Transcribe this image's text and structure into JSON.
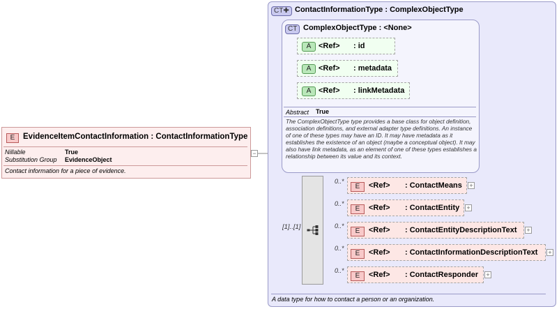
{
  "outer_type": {
    "badge": "CT✚",
    "title": "ContactInformationType : ComplexObjectType",
    "footer": "A data type for how to contact a person or an organization."
  },
  "inner_type": {
    "badge": "CT",
    "title": "ComplexObjectType : <None>",
    "attributes": [
      {
        "badge": "A",
        "ref": "<Ref>",
        "name": ": id"
      },
      {
        "badge": "A",
        "ref": "<Ref>",
        "name": ": metadata"
      },
      {
        "badge": "A",
        "ref": "<Ref>",
        "name": ": linkMetadata"
      }
    ],
    "abstract_label": "Abstract",
    "abstract_value": "True",
    "description": "The ComplexObjectType type provides a base class for object definition, association definitions, and external adapter type definitions. An instance of one of these types may have an ID. It may have metadata as it establishes the existence of an object (maybe a conceptual object). It may also have link metadata, as an element of one of these types establishes a relationship between its value and its context."
  },
  "root_element": {
    "badge": "E",
    "title": "EvidenceItemContactInformation : ContactInformationType",
    "props": [
      {
        "label": "Nillable",
        "value": "True"
      },
      {
        "label": "Substitution Group",
        "value": "EvidenceObject"
      }
    ],
    "description": "Contact information for a piece of evidence.",
    "collapse": "−"
  },
  "sequence": {
    "cardinality": "[1]..[1]"
  },
  "children": [
    {
      "card": "0..*",
      "badge": "E",
      "ref": "<Ref>",
      "name": ": ContactMeans",
      "expand": "+"
    },
    {
      "card": "0..*",
      "badge": "E",
      "ref": "<Ref>",
      "name": ": ContactEntity",
      "expand": "+"
    },
    {
      "card": "0..*",
      "badge": "E",
      "ref": "<Ref>",
      "name": ": ContactEntityDescriptionText",
      "expand": "+"
    },
    {
      "card": "0..*",
      "badge": "E",
      "ref": "<Ref>",
      "name": ": ContactInformationDescriptionText",
      "expand": "+"
    },
    {
      "card": "0..*",
      "badge": "E",
      "ref": "<Ref>",
      "name": ": ContactResponder",
      "expand": "+"
    }
  ]
}
